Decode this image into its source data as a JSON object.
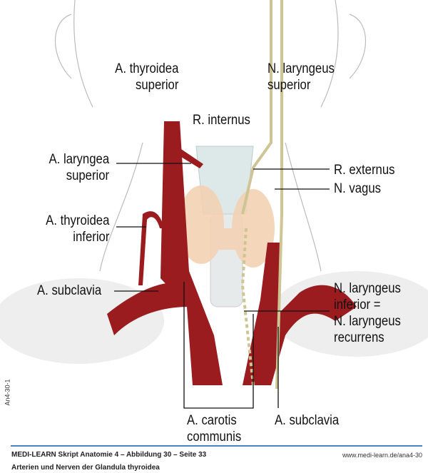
{
  "labels": {
    "a_thyroidea_superior": [
      "A. thyroidea",
      "superior"
    ],
    "n_laryngeus_superior": [
      "N. laryngeus",
      "superior"
    ],
    "r_internus": "R. internus",
    "a_laryngea_superior": [
      "A. laryngea",
      "superior"
    ],
    "r_externus": "R. externus",
    "n_vagus": "N. vagus",
    "a_thyroidea_inferior": [
      "A. thyroidea",
      "inferior"
    ],
    "a_subclavia_left": "A. subclavia",
    "n_laryngeus_inferior": [
      "N. laryngeus",
      "inferior =",
      "N. laryngeus",
      "recurrens"
    ],
    "a_carotis_communis": [
      "A. carotis",
      "communis"
    ],
    "a_subclavia_right": "A. subclavia"
  },
  "side_code": "An4-30-1",
  "footer": {
    "line1": "MEDI-LEARN Skript Anatomie 4 – Abbildung 30 – Seite 33",
    "line2": "Arterien und Nerven der Glandula thyroidea",
    "url": "www.medi-learn.de/ana4-30"
  },
  "colors": {
    "artery": "#9b1c1f",
    "nerve": "#e8dfb0",
    "thyroid": "#f3d2b4",
    "accent": "#4a7fc1"
  }
}
